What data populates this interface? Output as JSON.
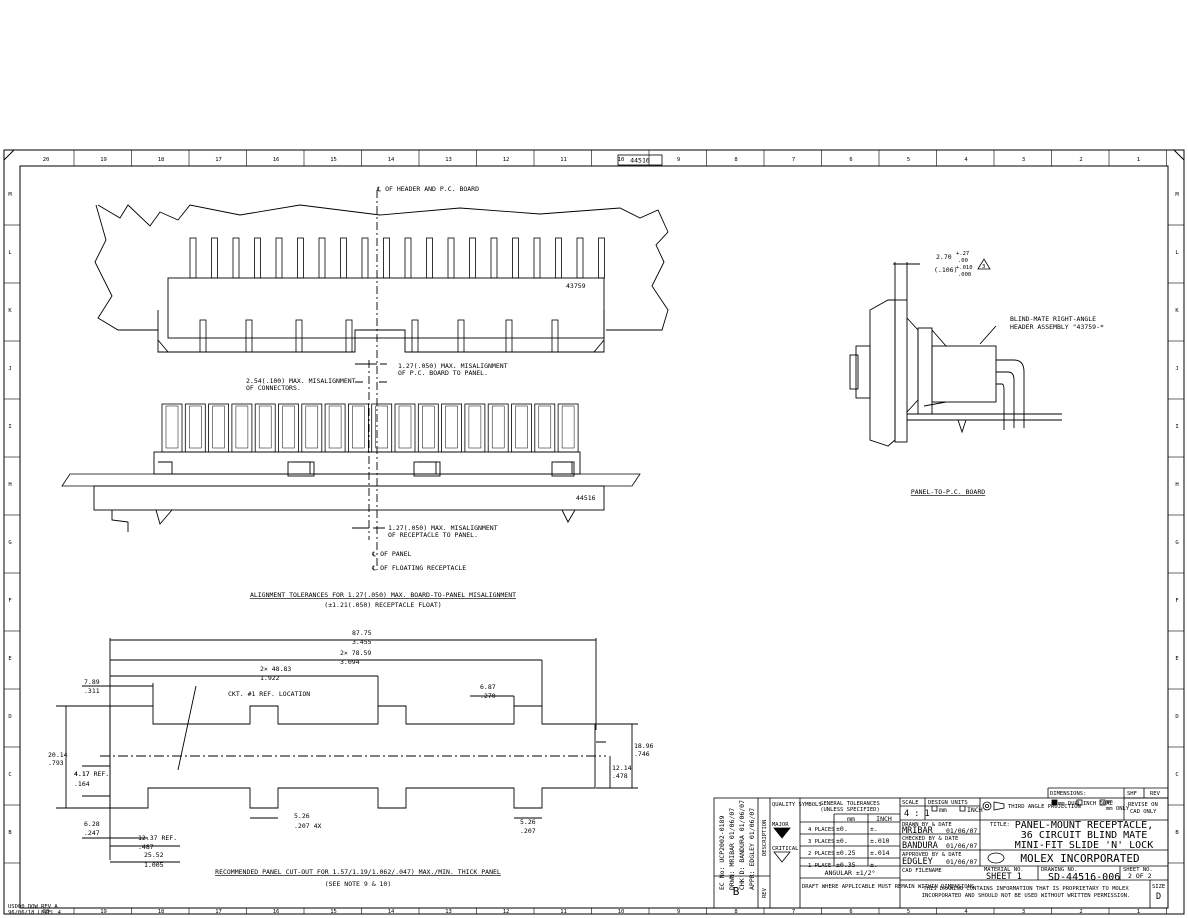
{
  "ref_box": "44516",
  "zones": {
    "top": [
      "20",
      "19",
      "18",
      "17",
      "16",
      "15",
      "14",
      "13",
      "12",
      "11",
      "10",
      "9",
      "8",
      "7",
      "6",
      "5",
      "4",
      "3",
      "2",
      "1"
    ],
    "left": [
      "M",
      "L",
      "K",
      "J",
      "I",
      "H",
      "G",
      "F",
      "E",
      "D",
      "C",
      "B"
    ]
  },
  "top_view": {
    "centerline": "℄ OF HEADER AND P.C. BOARD",
    "header_label": "43759",
    "receptacle_label": "44516",
    "notes": [
      {
        "line1": "1.27(.050) MAX. MISALIGNMENT",
        "line2": "OF P.C. BOARD TO PANEL."
      },
      {
        "line1": "2.54(.100) MAX. MISALIGNMENT",
        "line2": "OF CONNECTORS."
      },
      {
        "line1": "1.27(.050) MAX. MISALIGNMENT",
        "line2": "OF RECEPTACLE TO PANEL."
      }
    ],
    "panel_cl": "℄ OF PANEL",
    "float_cl": "℄ OF FLOATING RECEPTACLE",
    "caption1": "ALIGNMENT TOLERANCES FOR 1.27(.050) MAX. BOARD-TO-PANEL MISALIGNMENT",
    "caption2": "(±1.21(.050) RECEPTACLE FLOAT)"
  },
  "side_view": {
    "dim_mm": "2.70",
    "dim_mm_tol_plus": "+.27",
    "dim_mm_tol_minus": ".00",
    "dim_in": "(.106)",
    "dim_in_tol_plus": "+.010",
    "dim_in_tol_minus": ".000",
    "flag": "3",
    "label1": "BLIND-MATE RIGHT-ANGLE",
    "label2": "HEADER ASSEMBLY \"43759-*",
    "caption": "PANEL-TO-P.C. BOARD"
  },
  "cutout": {
    "dims": [
      {
        "mm": "87.75",
        "in": "3.455"
      },
      {
        "mm": "2× 78.59",
        "in": "3.094"
      },
      {
        "mm": "2× 48.83",
        "in": "1.922"
      },
      {
        "mm": "7.89",
        "in": ".311"
      },
      {
        "mm": "6.87",
        "in": ".270"
      },
      {
        "mm": "20.14",
        "in": ".793"
      },
      {
        "mm": "18.96",
        "in": ".746"
      },
      {
        "mm": "4.17",
        "in": ".164"
      },
      {
        "mm": "12.14",
        "in": ".478"
      },
      {
        "mm": "6.28",
        "in": ".247"
      },
      {
        "mm": "12.37 REF.",
        "in": ".487"
      },
      {
        "mm": "25.52",
        "in": "1.005"
      },
      {
        "mm": "5.26",
        "in": ".207 4X"
      },
      {
        "mm": "5.26",
        "in": ".207"
      }
    ],
    "ref_text": "4.17 REF.",
    "ckt_text": "CKT. #1 REF. LOCATION",
    "caption": "RECOMMENDED PANEL CUT-OUT FOR 1.57/1.19/1.062/.047) MAX./MIN. THICK PANEL",
    "note": "(SEE NOTE 9 & 10)"
  },
  "title_block": {
    "rev_col": [
      "EC No: UCP2002-0189",
      "DRWN: MRIBAR  01/06/07",
      "CHK'D: BANDURA  01/06/07",
      "APPR: EDGLEY  01/06/07"
    ],
    "rev_letter": "B",
    "rev_label": "REV",
    "desc_label": "DESCRIPTION",
    "quality_title": "QUALITY SYMBOLS",
    "major": "MAJOR",
    "critical": "CRITICAL",
    "tol_title1": "GENERAL TOLERANCES",
    "tol_title2": "(UNLESS SPECIFIED)",
    "tol_mm": "mm",
    "tol_inch": "INCH",
    "tol_rows": [
      {
        "places": "4 PLACES",
        "mm": "±0.",
        "inch": "±."
      },
      {
        "places": "3 PLACES",
        "mm": "±0.",
        "inch": "±.010"
      },
      {
        "places": "2 PLACES",
        "mm": "±0.25",
        "inch": "±.014"
      },
      {
        "places": "1 PLACE",
        "mm": "±0.35",
        "inch": "±."
      }
    ],
    "angular": "ANGULAR ±1/2°",
    "draft_note": "DRAFT WHERE APPLICABLE MUST REMAIN WITHIN DIMENSIONS",
    "scale_label": "SCALE",
    "scale": "4 : 1",
    "design_units": "DESIGN UNITS",
    "units_mm": "mm",
    "units_inch": "INCH",
    "projection": "THIRD ANGLE PROJECTION",
    "dimensions": "DIMENSIONS:",
    "dim_opts": [
      "mm DUAL",
      "INCH DUAL",
      "mm",
      "mm ONLY"
    ],
    "shf": "SHF",
    "rev": "REV",
    "revise_on": "REVISE ON",
    "cad_only": "CAD ONLY",
    "drawn_label": "DRAWN BY & DATE",
    "drawn": "MRIBAR",
    "drawn_date": "01/06/07",
    "checked_label": "CHECKED BY & DATE",
    "checked": "BANDURA",
    "checked_date": "01/06/07",
    "approved_label": "APPROVED BY & DATE",
    "approved": "EDGLEY",
    "approved_date": "01/06/07",
    "cad_label": "CAD FILENAME",
    "title_label": "TITLE:",
    "title1": "PANEL-MOUNT RECEPTACLE,",
    "title2": "36 CIRCUIT BLIND MATE",
    "title3": "MINI-FIT SLIDE 'N' LOCK",
    "company": "MOLEX INCORPORATED",
    "material_label": "MATERIAL NO.",
    "material": "SHEET 1",
    "drawing_label": "DRAWING NO.",
    "drawing": "SD-44516-006",
    "sheet_label": "SHEET NO.",
    "sheet": "2 OF 2",
    "prop1": "THIS DRAWING CONTAINS INFORMATION THAT IS PROPRIETARY TO MOLEX",
    "prop2": "INCORPORATED AND SHOULD NOT BE USED WITHOUT WRITTEN PERMISSION.",
    "size_label": "SIZE",
    "size": "D"
  },
  "corner_note": [
    "USD00 DOW REV A",
    "96/06/18 LEVEL 4"
  ]
}
